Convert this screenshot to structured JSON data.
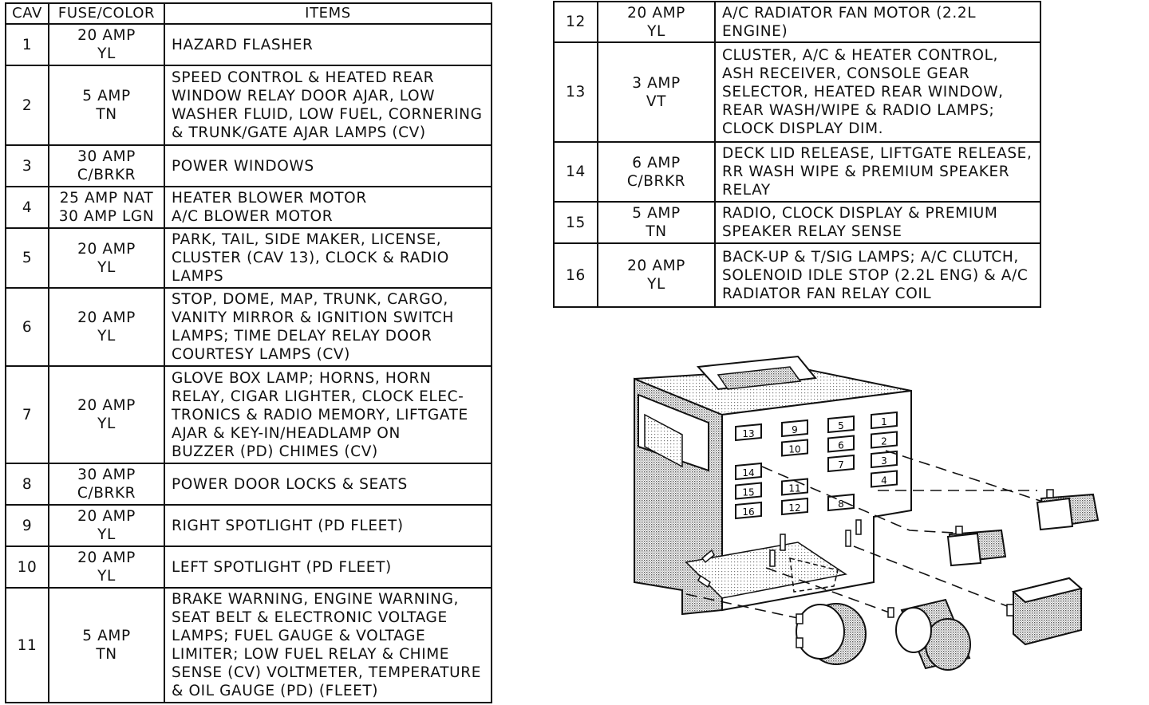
{
  "headers": {
    "cav": "CAV",
    "fuse": "FUSE/COLOR",
    "items": "ITEMS"
  },
  "left_rows": [
    {
      "cav": "1",
      "fuse": [
        "20 AMP",
        "YL"
      ],
      "items": [
        "HAZARD FLASHER"
      ],
      "h": 52
    },
    {
      "cav": "2",
      "fuse": [
        "5 AMP",
        "TN"
      ],
      "items": [
        "SPEED CONTROL & HEATED REAR",
        "WINDOW RELAY DOOR AJAR, LOW",
        "WASHER FLUID, LOW FUEL, CORNERING",
        "& TRUNK/GATE AJAR LAMPS (CV)"
      ],
      "h": 100
    },
    {
      "cav": "3",
      "fuse": [
        "30 AMP",
        "C/BRKR"
      ],
      "items": [
        "POWER WINDOWS"
      ],
      "h": 52
    },
    {
      "cav": "4",
      "fuse": [
        "25 AMP NAT",
        "30 AMP LGN"
      ],
      "items": [
        "HEATER BLOWER MOTOR",
        "A/C BLOWER MOTOR"
      ],
      "h": 52
    },
    {
      "cav": "5",
      "fuse": [
        "20 AMP",
        "YL"
      ],
      "items": [
        "PARK, TAIL, SIDE MAKER, LICENSE,",
        "CLUSTER (CAV 13), CLOCK & RADIO",
        "LAMPS"
      ],
      "h": 75
    },
    {
      "cav": "6",
      "fuse": [
        "20 AMP",
        "YL"
      ],
      "items": [
        "STOP, DOME, MAP, TRUNK, CARGO,",
        "VANITY MIRROR & IGNITION SWITCH",
        "LAMPS; TIME DELAY RELAY DOOR",
        "COURTESY LAMPS (CV)"
      ],
      "h": 98
    },
    {
      "cav": "7",
      "fuse": [
        "20 AMP",
        "YL"
      ],
      "items": [
        "GLOVE BOX LAMP; HORNS, HORN",
        "RELAY, CIGAR LIGHTER, CLOCK ELEC-",
        "TRONICS & RADIO MEMORY, LIFTGATE",
        "AJAR & KEY-IN/HEADLAMP ON",
        "BUZZER (PD) CHIMES (CV)"
      ],
      "h": 122
    },
    {
      "cav": "8",
      "fuse": [
        "30 AMP",
        "C/BRKR"
      ],
      "items": [
        "POWER DOOR LOCKS & SEATS"
      ],
      "h": 52
    },
    {
      "cav": "9",
      "fuse": [
        "20 AMP",
        "YL"
      ],
      "items": [
        "RIGHT SPOTLIGHT (PD FLEET)"
      ],
      "h": 52
    },
    {
      "cav": "10",
      "fuse": [
        "20 AMP",
        "YL"
      ],
      "items": [
        "LEFT SPOTLIGHT (PD FLEET)"
      ],
      "h": 52
    },
    {
      "cav": "11",
      "fuse": [
        "5 AMP",
        "TN"
      ],
      "items": [
        "BRAKE WARNING, ENGINE WARNING,",
        "SEAT BELT & ELECTRONIC VOLTAGE",
        "LAMPS; FUEL GAUGE & VOLTAGE",
        "LIMITER; LOW FUEL RELAY & CHIME",
        "SENSE (CV) VOLTMETER, TEMPERATURE",
        "& OIL GAUGE (PD) (FLEET)"
      ],
      "h": 144
    }
  ],
  "right_rows": [
    {
      "cav": "12",
      "fuse": [
        "20 AMP",
        "YL"
      ],
      "items": [
        "A/C RADIATOR FAN MOTOR (2.2L",
        "ENGINE)"
      ],
      "h": 51
    },
    {
      "cav": "13",
      "fuse": [
        "3 AMP",
        "VT"
      ],
      "items": [
        "CLUSTER, A/C & HEATER CONTROL,",
        "ASH RECEIVER, CONSOLE GEAR",
        "SELECTOR, HEATED REAR WINDOW,",
        "REAR WASH/WIPE & RADIO LAMPS;",
        "CLOCK DISPLAY DIM."
      ],
      "h": 125
    },
    {
      "cav": "14",
      "fuse": [
        "6 AMP",
        "C/BRKR"
      ],
      "items": [
        "DECK LID RELEASE, LIFTGATE RELEASE,",
        "RR WASH WIPE & PREMIUM SPEAKER",
        "RELAY"
      ],
      "h": 75
    },
    {
      "cav": "15",
      "fuse": [
        "5 AMP",
        "TN"
      ],
      "items": [
        "RADIO, CLOCK DISPLAY & PREMIUM",
        "SPEAKER RELAY SENSE"
      ],
      "h": 52
    },
    {
      "cav": "16",
      "fuse": [
        "20 AMP",
        "YL"
      ],
      "items": [
        "BACK-UP & T/SIG LAMPS; A/C CLUTCH,",
        "SOLENOID IDLE STOP (2.2L ENG) & A/C",
        "RADIATOR FAN RELAY COIL"
      ],
      "h": 80
    }
  ],
  "fuse_slots": [
    {
      "label": "13",
      "col": 0,
      "row": 0
    },
    {
      "label": "9",
      "col": 1,
      "row": 0
    },
    {
      "label": "5",
      "col": 2,
      "row": 0
    },
    {
      "label": "1",
      "col": 3,
      "row": 0
    },
    {
      "label": "10",
      "col": 1,
      "row": 1
    },
    {
      "label": "6",
      "col": 2,
      "row": 1
    },
    {
      "label": "2",
      "col": 3,
      "row": 1
    },
    {
      "label": "14",
      "col": 0,
      "row": 2
    },
    {
      "label": "7",
      "col": 2,
      "row": 2
    },
    {
      "label": "3",
      "col": 3,
      "row": 2
    },
    {
      "label": "15",
      "col": 0,
      "row": 3
    },
    {
      "label": "11",
      "col": 1,
      "row": 3
    },
    {
      "label": "4",
      "col": 3,
      "row": 3
    },
    {
      "label": "16",
      "col": 0,
      "row": 4
    },
    {
      "label": "12",
      "col": 1,
      "row": 4
    },
    {
      "label": "8",
      "col": 2,
      "row": 4
    }
  ]
}
